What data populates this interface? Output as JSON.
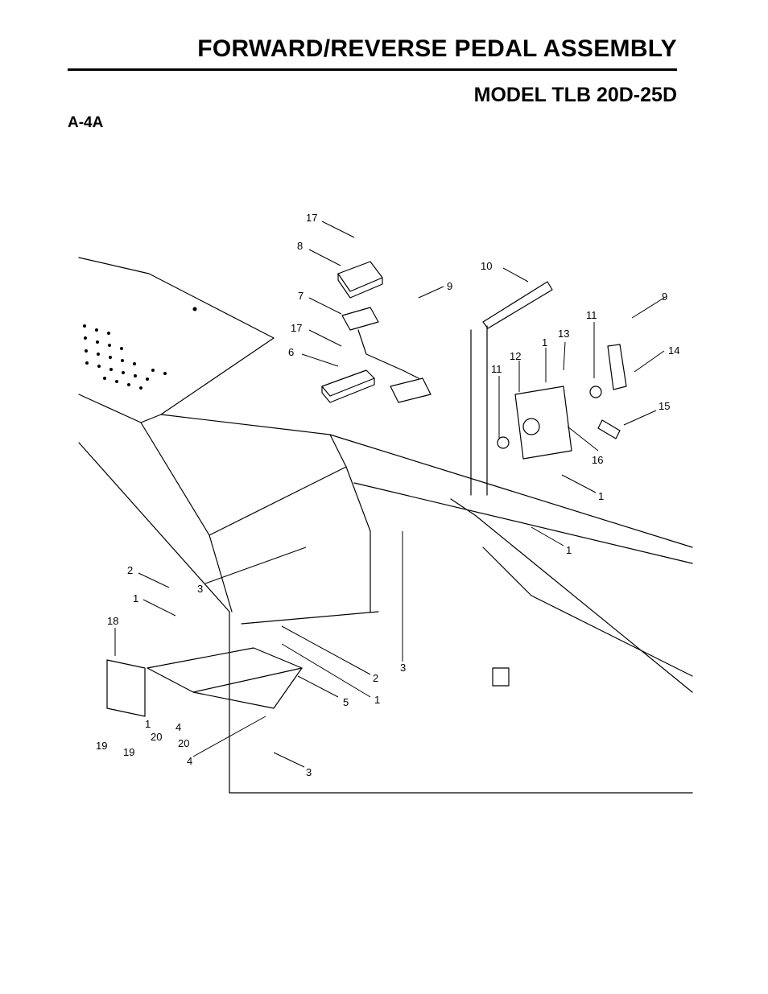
{
  "header": {
    "title": "FORWARD/REVERSE PEDAL ASSEMBLY",
    "model": "MODEL TLB 20D-25D",
    "figure_id": "A-4A"
  },
  "callouts": [
    {
      "id": "c17a",
      "label": "17"
    },
    {
      "id": "c8",
      "label": "8"
    },
    {
      "id": "c10",
      "label": "10"
    },
    {
      "id": "c9a",
      "label": "9"
    },
    {
      "id": "c7",
      "label": "7"
    },
    {
      "id": "c9b",
      "label": "9"
    },
    {
      "id": "c17b",
      "label": "17"
    },
    {
      "id": "c11a",
      "label": "11"
    },
    {
      "id": "c13",
      "label": "13"
    },
    {
      "id": "c1a",
      "label": "1"
    },
    {
      "id": "c14",
      "label": "14"
    },
    {
      "id": "c6",
      "label": "6"
    },
    {
      "id": "c12",
      "label": "12"
    },
    {
      "id": "c11b",
      "label": "11"
    },
    {
      "id": "c15",
      "label": "15"
    },
    {
      "id": "c16",
      "label": "16"
    },
    {
      "id": "c1b",
      "label": "1"
    },
    {
      "id": "c1c",
      "label": "1"
    },
    {
      "id": "c2a",
      "label": "2"
    },
    {
      "id": "c3a",
      "label": "3"
    },
    {
      "id": "c1d",
      "label": "1"
    },
    {
      "id": "c18",
      "label": "18"
    },
    {
      "id": "c2b",
      "label": "2"
    },
    {
      "id": "c3b",
      "label": "3"
    },
    {
      "id": "c1e",
      "label": "1"
    },
    {
      "id": "c5",
      "label": "5"
    },
    {
      "id": "c19a",
      "label": "19"
    },
    {
      "id": "c19b",
      "label": "19"
    },
    {
      "id": "c1f",
      "label": "1"
    },
    {
      "id": "c20a",
      "label": "20"
    },
    {
      "id": "c4a",
      "label": "4"
    },
    {
      "id": "c20b",
      "label": "20"
    },
    {
      "id": "c4b",
      "label": "4"
    },
    {
      "id": "c3c",
      "label": "3"
    }
  ]
}
